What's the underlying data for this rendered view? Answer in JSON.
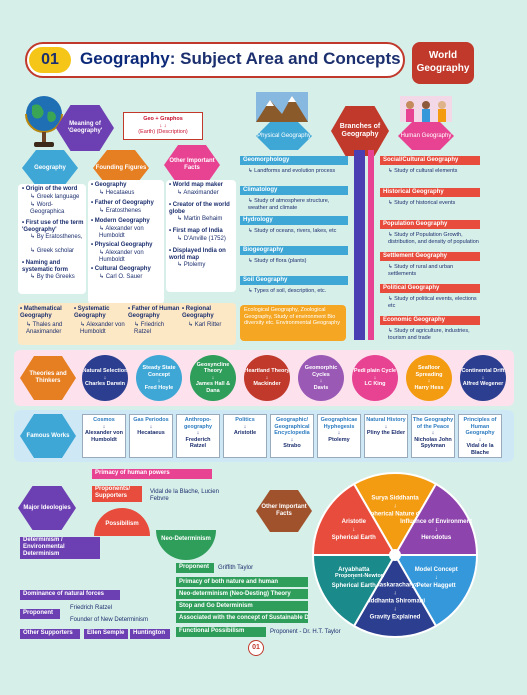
{
  "header": {
    "chapter_number": "01",
    "title_bold": "Geography",
    "title_rest": ": Subject Area and Concepts",
    "badge": "World Geography"
  },
  "meaning": {
    "label": "Meaning of 'Geography'",
    "geo_graphos": "Geo + Graphos",
    "earth_desc": "(Earth) (Description)"
  },
  "hexes": {
    "geography": "Geography",
    "founding": "Founding Figures",
    "other_important": "Other Important Facts",
    "physical": "Physical Geography",
    "branches": "Branches of Geography",
    "human": "Human Geography"
  },
  "geography_col": [
    {
      "head": "Origin of the word",
      "sub": [
        "Greek language",
        "Word-Geographica"
      ]
    },
    {
      "head": "First use of the term 'Geography'",
      "sub": [
        "By Eratosthenes,",
        "Greek scholar"
      ]
    },
    {
      "head": "Naming and systematic form",
      "sub": [
        "By the Greeks"
      ]
    }
  ],
  "founding_col": [
    {
      "head": "Geography",
      "sub": "Hecataeus"
    },
    {
      "head": "Father of Geography",
      "sub": "Eratosthenes"
    },
    {
      "head": "Modern Geography",
      "sub": "Alexander von Humboldt"
    },
    {
      "head": "Physical Geography",
      "sub": "Alexander von Humboldt"
    },
    {
      "head": "Cultural Geography",
      "sub": "Carl O. Sauer"
    }
  ],
  "other_col": [
    {
      "head": "World map maker",
      "sub": "Anaximander"
    },
    {
      "head": "Creator of the world globe",
      "sub": "Martin Behaim"
    },
    {
      "head": "First map of India",
      "sub": "D'Anville (1752)"
    },
    {
      "head": "Displayed India on world map",
      "sub": "Ptolemy"
    }
  ],
  "fathers_row": [
    {
      "head": "Mathematical Geography",
      "sub": "Thales and Anaximander"
    },
    {
      "head": "Systematic Geography",
      "sub": "Alexander von Humboldt"
    },
    {
      "head": "Father of Human Geography",
      "sub": "Friedrich Ratzel"
    },
    {
      "head": "Regional Geography",
      "sub": "Karl Ritter"
    }
  ],
  "physical_branches": [
    {
      "head": "Geomorphology",
      "sub": "Landforms and evolution process"
    },
    {
      "head": "Climatology",
      "sub": "Study of atmosphere structure, weather and climate"
    },
    {
      "head": "Hydrology",
      "sub": "Study of oceans, rivers, lakes, etc"
    },
    {
      "head": "Biogeography",
      "sub": "Study of flora (plants)"
    },
    {
      "head": "Soil Geography",
      "sub": "Types of soil, description, etc."
    }
  ],
  "physical_extra": "Ecological Geography, Zoological Geography, Study of environment Bio diversity etc. Environmental Geography",
  "human_branches": [
    {
      "head": "Social/Cultural Geography",
      "sub": "Study of cultural elements"
    },
    {
      "head": "Historical Geography",
      "sub": "Study of historical events"
    },
    {
      "head": "Population Geography",
      "sub": "Study of Population Growth, distribution, and density of population"
    },
    {
      "head": "Settlement Geography",
      "sub": "Study of rural and urban settlements"
    },
    {
      "head": "Political Geography",
      "sub": "Study of political events, elections etc"
    },
    {
      "head": "Economic Geography",
      "sub": "Study of agriculture, industries, tourism and trade"
    }
  ],
  "theories": {
    "label": "Theories and Thinkers",
    "items": [
      {
        "theory": "Natural Selection",
        "thinker": "Charles Darwin",
        "color": "#2c3e8f"
      },
      {
        "theory": "Steady State Concept",
        "thinker": "Fred Hoyle",
        "color": "#3fa7d6"
      },
      {
        "theory": "Geosyncline Theory",
        "thinker": "James Hall & Dana",
        "color": "#2f9e5b"
      },
      {
        "theory": "Heartland Theory",
        "thinker": "Mackinder",
        "color": "#c0392b"
      },
      {
        "theory": "Geomorphic Cycles",
        "thinker": "Davis",
        "color": "#9b59b6"
      },
      {
        "theory": "Pedi plain Cycle",
        "thinker": "LC King",
        "color": "#e84393"
      },
      {
        "theory": "Seafloor Spreading",
        "thinker": "Harry Hess",
        "color": "#f39c12"
      },
      {
        "theory": "Continental Drift",
        "thinker": "Alfred Wegener",
        "color": "#2c3e8f"
      }
    ]
  },
  "works": {
    "label": "Famous Works",
    "items": [
      {
        "work": "Cosmos",
        "author": "Alexander von Humboldt"
      },
      {
        "work": "Gas Periodos",
        "author": "Hecataeus"
      },
      {
        "work": "Anthropo-geography",
        "author": "Frederich Ratzel"
      },
      {
        "work": "Politics",
        "author": "Aristotle"
      },
      {
        "work": "Geographic/ Geographical Encyclopedia",
        "author": "Strabo"
      },
      {
        "work": "Geographicae Hyphegesis",
        "author": "Ptolemy"
      },
      {
        "work": "Natural History",
        "author": "Pliny the Elder"
      },
      {
        "work": "The Geography of the Peace",
        "author": "Nicholas John Spykman"
      },
      {
        "work": "Principles of Human Geography",
        "author": "Vidal de la Blache"
      }
    ]
  },
  "ideologies": {
    "label": "Major Ideologies",
    "primacy": "Primacy of human powers",
    "proponents_supporters": "Proponents/ Supporters",
    "vidal": "Vidal de la Blache, Lucien Febvre",
    "possibilism": "Possibilism",
    "determinism": "Determinism / Environmental Determinism",
    "neo_determinism": "Neo-Determinism",
    "dominance": "Dominance of natural forces",
    "proponent": "Proponent",
    "ratzel": "Friedrich Ratzel",
    "founder_new": "Founder of New Determinism",
    "other_supporters": "Other Supporters",
    "ellen": "Ellen Semple",
    "huntington": "Huntington",
    "griffith_label": "Proponent",
    "griffith": "Griffith Taylor",
    "neo_items": [
      "Primacy of both nature and human",
      "Neo-determinism (Neo-Desting) Theory",
      "Stop and Go Determinism",
      "Associated with the concept of Sustainable Development"
    ],
    "functional": "Functional Possibilism",
    "functional_prop": "Proponent - Dr. H.T. Taylor"
  },
  "other_facts": {
    "label": "Other Important Facts",
    "segments": [
      {
        "top": "Surya Siddhanta",
        "bottom": "Earth's Spherical Nature discussed",
        "color": "#f39c12"
      },
      {
        "top": "Influence of Environment",
        "bottom": "Herodotus",
        "color": "#8e44ad"
      },
      {
        "top": "Model Concept",
        "bottom": "Peter Haggett",
        "color": "#3498db"
      },
      {
        "top": "Bhaskaracharya",
        "bottom": "Siddhanta Shiromani",
        "extra": "Gravity Explained",
        "color": "#2c3e8f"
      },
      {
        "top": "Aryabhatta",
        "bottom": "Spherical Earth",
        "color": "#1a8a8a"
      },
      {
        "top": "Aristotle",
        "bottom": "Spherical Earth",
        "color": "#e74c3c"
      },
      {
        "top": "Proponent-Newton",
        "bottom": "",
        "color": "#e74c3c"
      }
    ]
  },
  "page_number": "01"
}
